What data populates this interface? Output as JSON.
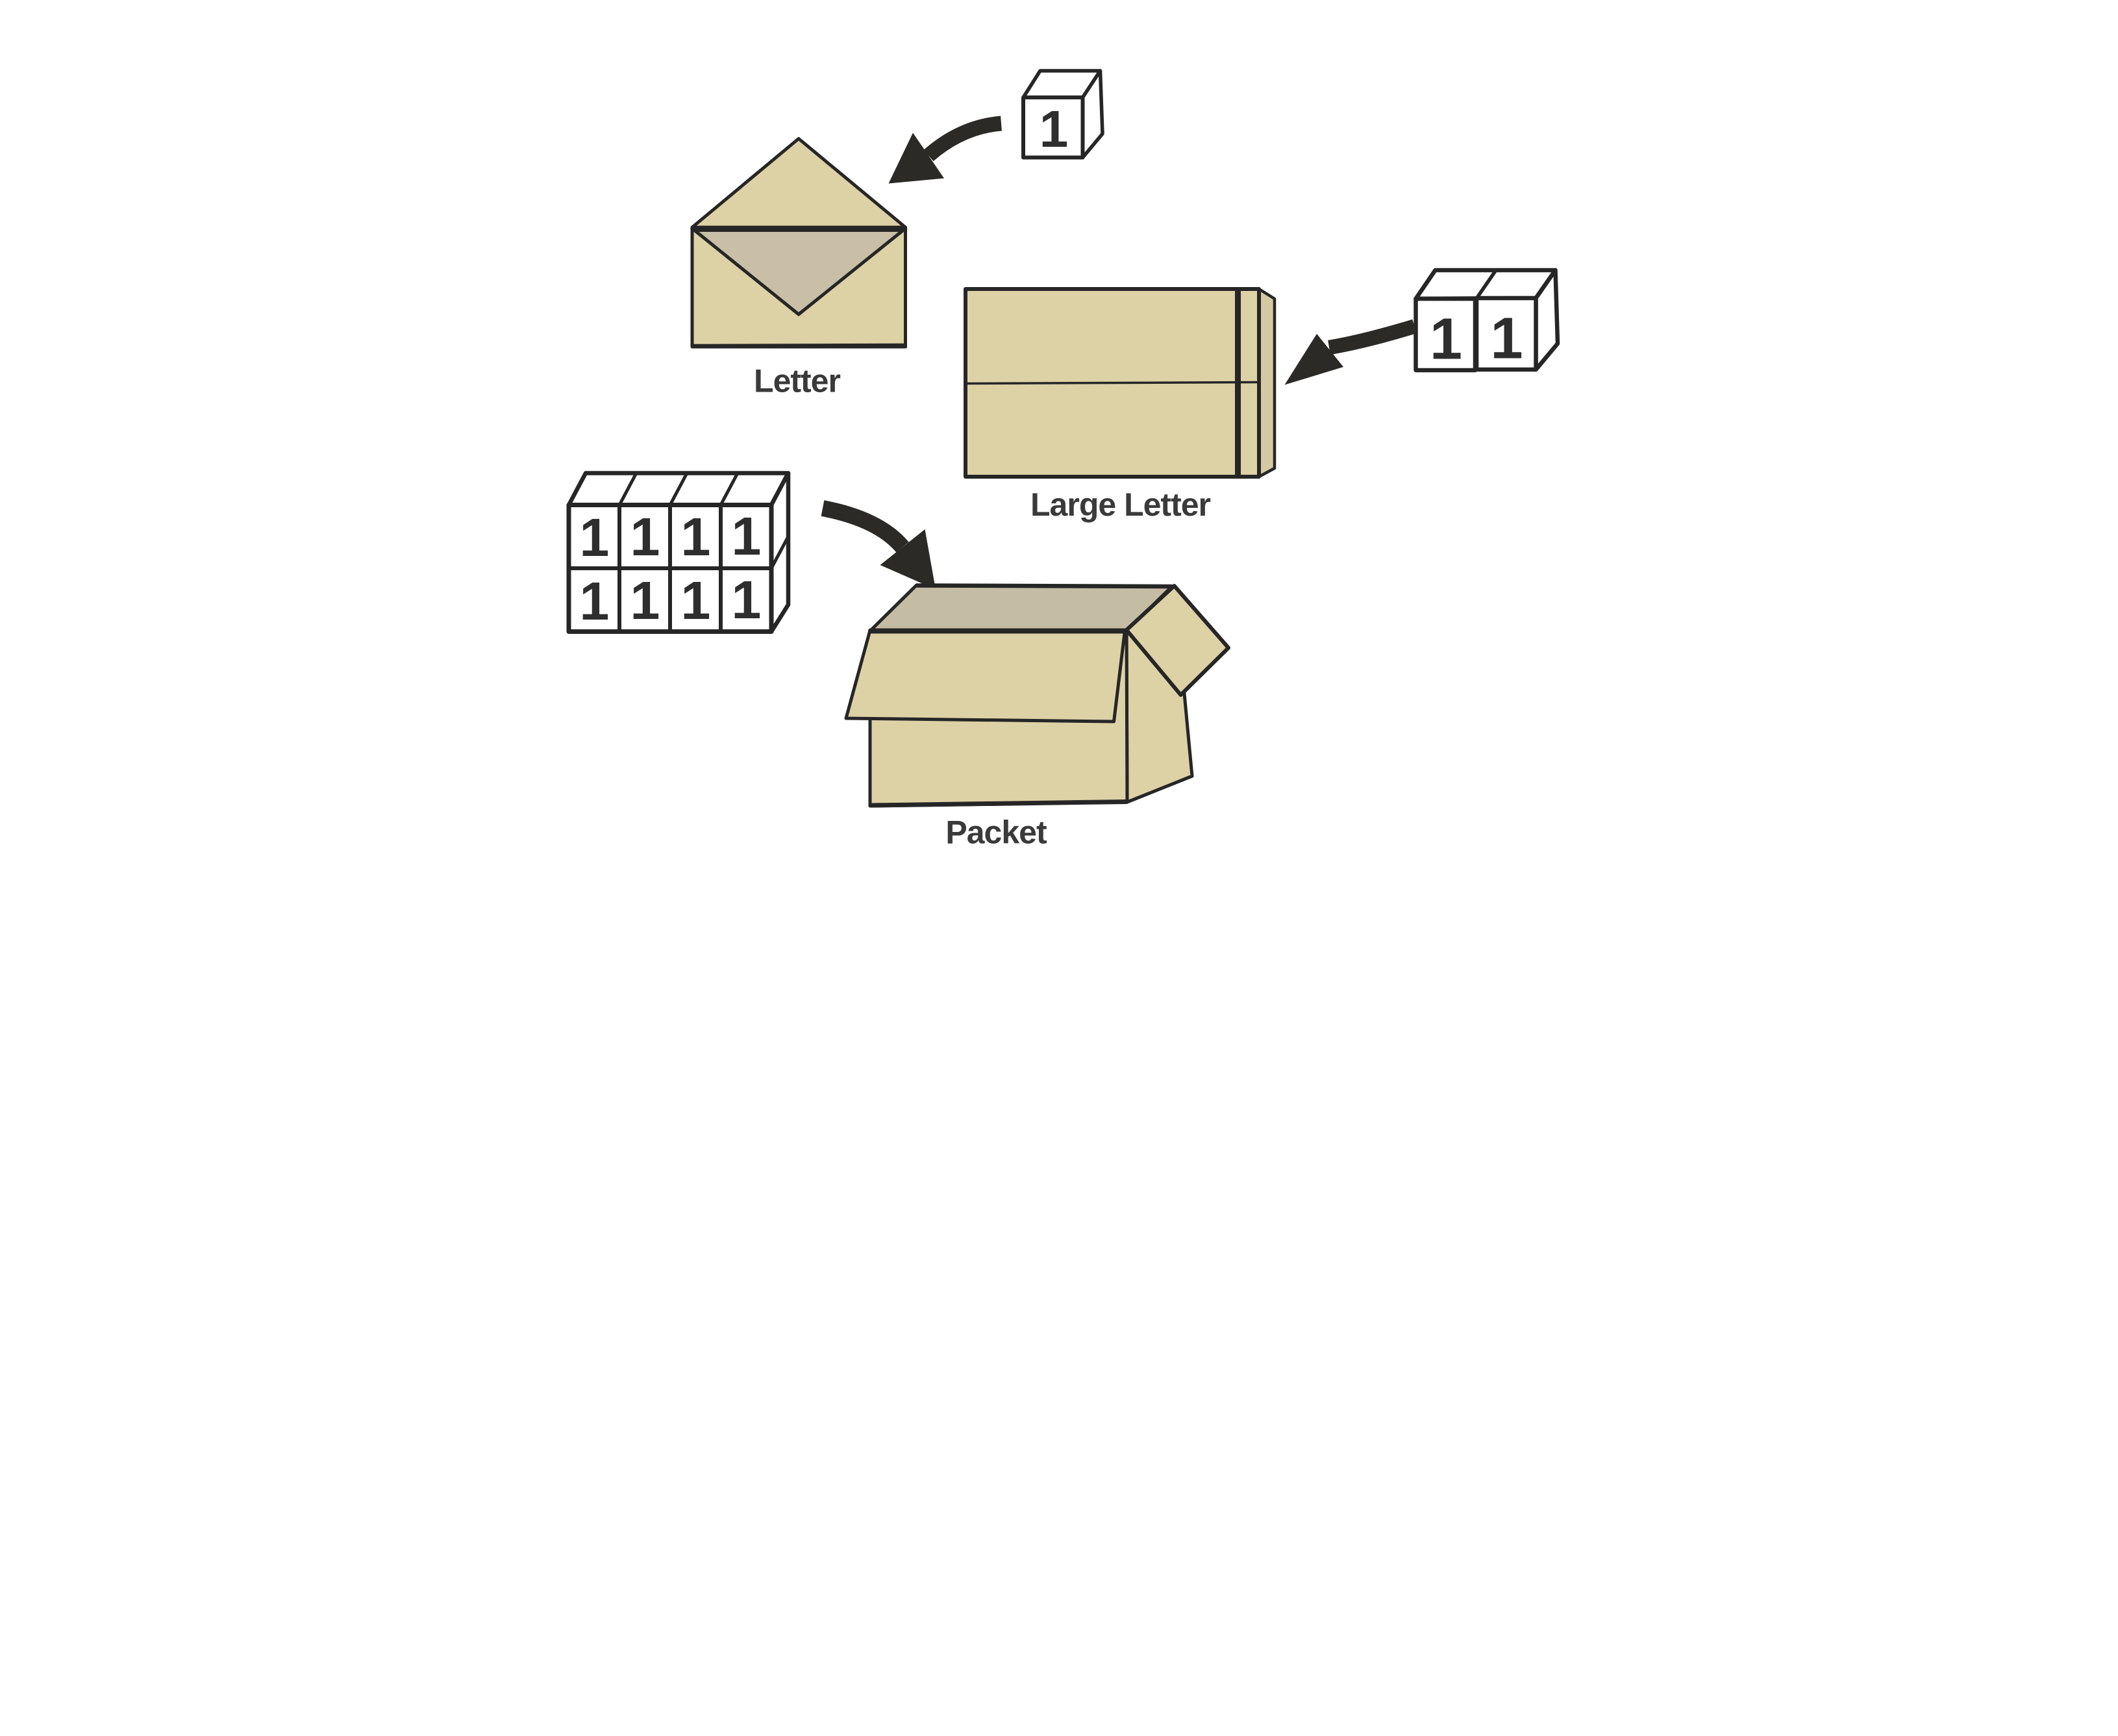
{
  "diagram": {
    "items": [
      {
        "id": "letter",
        "label": "Letter",
        "unit_count": 1,
        "unit_labels": [
          "1"
        ]
      },
      {
        "id": "large-letter",
        "label": "Large Letter",
        "unit_count": 2,
        "unit_labels": [
          "1",
          "1"
        ]
      },
      {
        "id": "packet",
        "label": "Packet",
        "unit_count": 8,
        "unit_labels": [
          "1",
          "1",
          "1",
          "1",
          "1",
          "1",
          "1",
          "1"
        ]
      }
    ],
    "colors": {
      "paper_tan": "#ddd1a6",
      "paper_shadow": "#c8bfa6",
      "box_interior": "#c5bca4",
      "gusset_tan": "#d4c9a2",
      "outline": "#262626",
      "arrow": "#2b2a27",
      "cube_fill": "#ffffff",
      "digit": "#2e2e2e",
      "label_text": "#3a3a3a",
      "background": "#ffffff"
    }
  }
}
